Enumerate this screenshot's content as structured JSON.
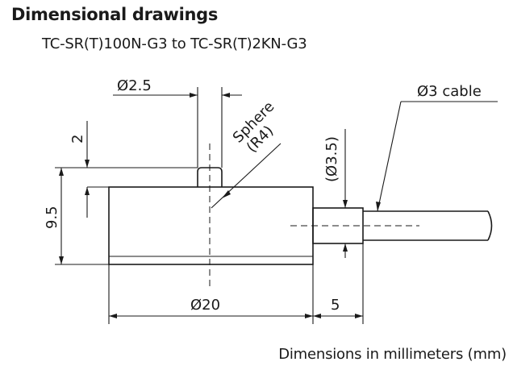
{
  "heading": "Dimensional drawings",
  "model_range": "TC-SR(T)100N-G3 to TC-SR(T)2KN-G3",
  "dimensions": {
    "tip_diameter": "Ø2.5",
    "sphere_label": "Sphere",
    "sphere_radius": "(R4)",
    "cable_label": "Ø3 cable",
    "neck_diameter": "(Ø3.5)",
    "tip_height": "2",
    "body_height": "9.5",
    "body_diameter": "Ø20",
    "neck_length": "5"
  },
  "units_note": "Dimensions in millimeters (mm)"
}
